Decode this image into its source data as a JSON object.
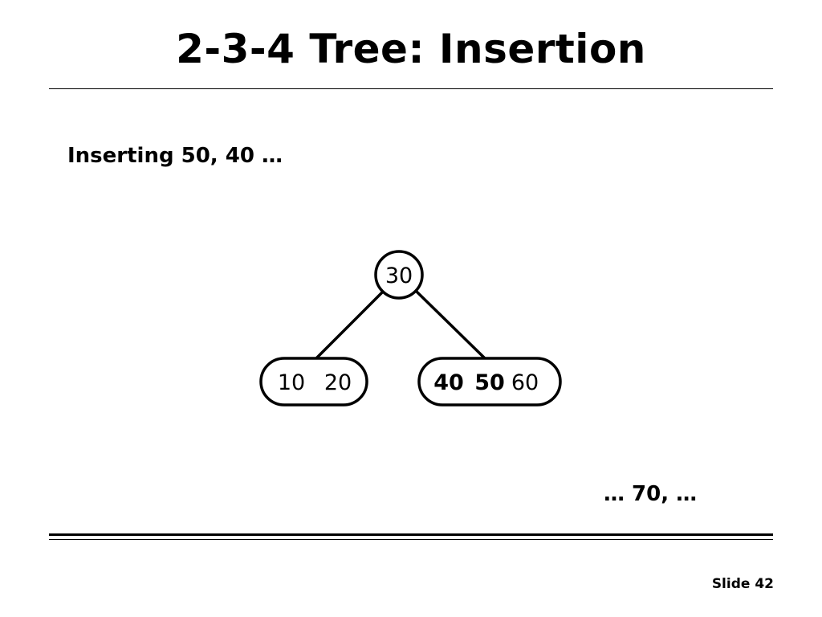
{
  "slide": {
    "title": "2-3-4 Tree: Insertion",
    "subtitle": "Inserting 50, 40 …",
    "continuation": "… 70, …",
    "slide_number": "Slide 42"
  },
  "tree": {
    "root": {
      "keys": [
        {
          "text": "30",
          "bold": false
        }
      ]
    },
    "children": [
      {
        "keys": [
          {
            "text": "10",
            "bold": false
          },
          {
            "text": "20",
            "bold": false
          }
        ]
      },
      {
        "keys": [
          {
            "text": "40",
            "bold": true
          },
          {
            "text": "50",
            "bold": true
          },
          {
            "text": "60",
            "bold": false
          }
        ]
      }
    ]
  }
}
